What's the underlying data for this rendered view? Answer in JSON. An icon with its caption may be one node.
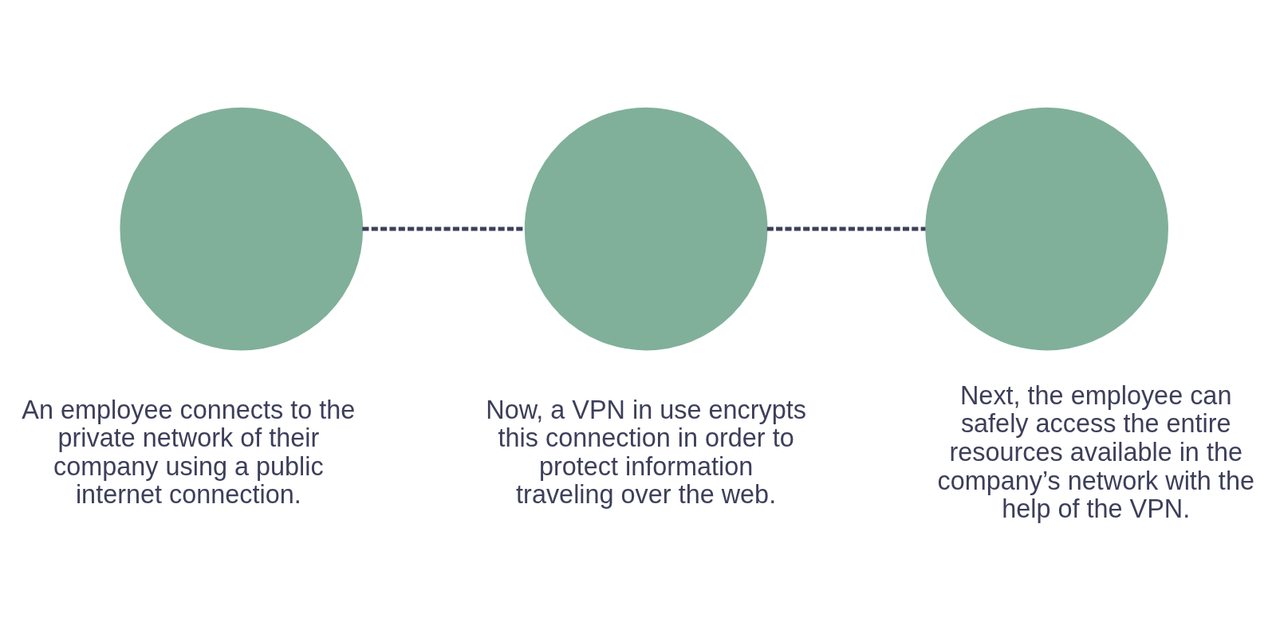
{
  "diagram": {
    "nodes": [
      {
        "text": [],
        "shape": "circle",
        "beside": [
          "An employee connects to the private network of their company using a public internet connection."
        ]
      },
      {
        "text": [],
        "shape": "circle",
        "beside": [
          "Now, a VPN in use encrypts this connection in order to protect information traveling over the web."
        ]
      },
      {
        "text": [],
        "shape": "circle",
        "beside": [
          "Next, the employee can safely access the entire resources available in the company’s network with the help of the VPN."
        ]
      }
    ],
    "edges": [
      {
        "from": 0,
        "to": 1,
        "arrow": "none",
        "style": "dashed"
      },
      {
        "from": 1,
        "to": 2,
        "arrow": "none",
        "style": "dashed"
      }
    ]
  }
}
